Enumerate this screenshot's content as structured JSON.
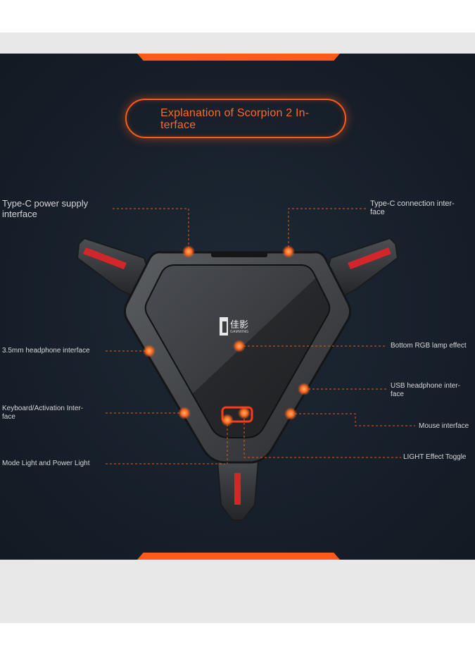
{
  "title": "Explanation of Scorpion 2 In-\nterface",
  "brand": {
    "cn": "佳影",
    "en": "GAMWING"
  },
  "labels": {
    "type_c_power": "Type-C power supply\ninterface",
    "type_c_connection": "Type-C connection inter-\nface",
    "headphone_35": "3.5mm headphone interface",
    "bottom_rgb": "Bottom RGB lamp effect",
    "usb_headphone": "USB headphone inter-\nface",
    "keyboard_activation": "Keyboard/Activation Inter-\nface",
    "mouse": "Mouse interface",
    "mode_light": "Mode Light and Power Light",
    "light_toggle": "LIGHT Effect Toggle"
  },
  "colors": {
    "accent": "#ff5a1a",
    "panel": "#17202b",
    "label": "#d6d6d6"
  }
}
